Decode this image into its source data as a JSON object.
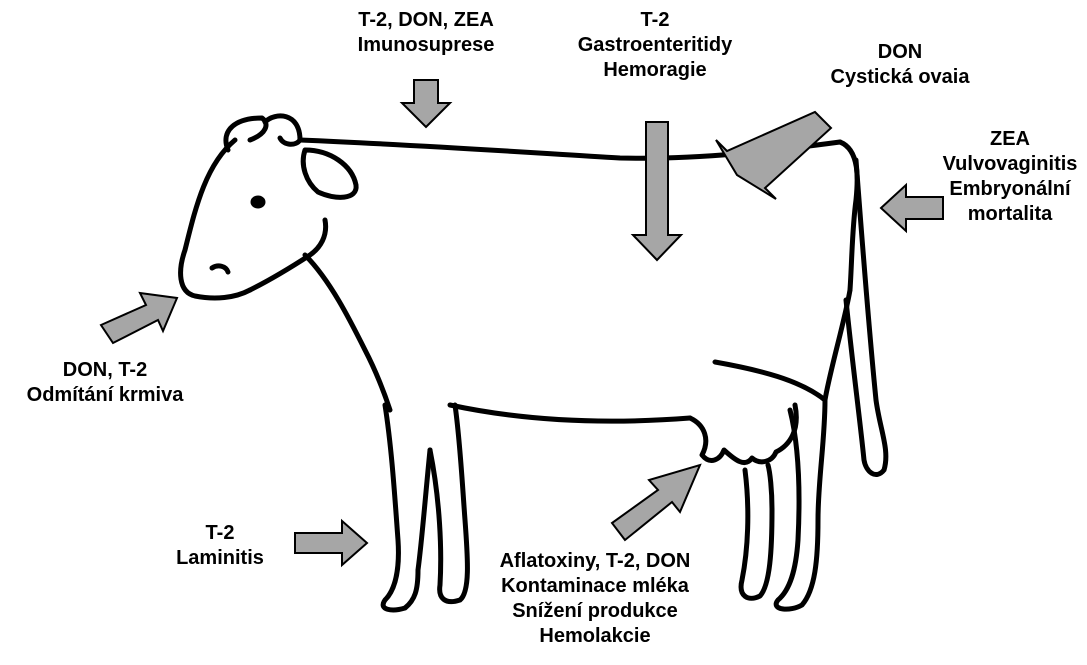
{
  "colors": {
    "arrow_fill": "#a6a6a6",
    "arrow_stroke": "#000000",
    "outline": "#000000",
    "background": "#ffffff"
  },
  "labels": {
    "immunosuppression": {
      "line1": "T-2, DON, ZEA",
      "line2": "Imunosuprese"
    },
    "gastro": {
      "line1": "T-2",
      "line2": "Gastroenteritidy",
      "line3": "Hemoragie"
    },
    "ovary": {
      "line1": "DON",
      "line2": "Cystická ovaia"
    },
    "zea": {
      "line1": "ZEA",
      "line2": "Vulvovaginitis",
      "line3": "Embryonální",
      "line4": "mortalita"
    },
    "feed": {
      "line1": "DON, T-2",
      "line2": "Odmítání krmiva"
    },
    "laminitis": {
      "line1": "T-2",
      "line2": "Laminitis"
    },
    "milk": {
      "line1": "Aflatoxiny, T-2, DON",
      "line2": "Kontaminace mléka",
      "line3": "Snížení produkce",
      "line4": "Hemolakcie"
    }
  }
}
